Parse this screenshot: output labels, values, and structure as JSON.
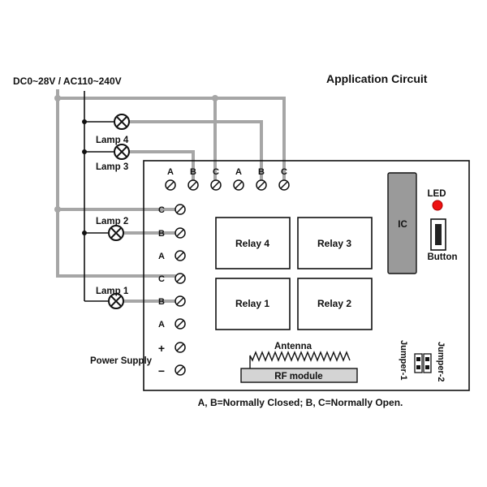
{
  "title": "Application Circuit",
  "supply_label": "DC0~28V / AC110~240V",
  "lamps": {
    "lamp4": "Lamp 4",
    "lamp3": "Lamp 3",
    "lamp2": "Lamp 2",
    "lamp1": "Lamp 1"
  },
  "top_terminals": [
    "A",
    "B",
    "C",
    "A",
    "B",
    "C"
  ],
  "left_terminals": [
    "C",
    "B",
    "A",
    "C",
    "B",
    "A",
    "+",
    "−"
  ],
  "relays": {
    "relay4": "Relay 4",
    "relay3": "Relay 3",
    "relay1": "Relay 1",
    "relay2": "Relay 2"
  },
  "ic_label": "IC",
  "led_label": "LED",
  "button_label": "Button",
  "antenna_label": "Antenna",
  "rf_module_label": "RF module",
  "jumper1_label": "Jumper-1",
  "jumper2_label": "Jumper-2",
  "power_supply_label": "Power Supply",
  "caption": "A, B=Normally Closed; B, C=Normally Open.",
  "colors": {
    "wire_gray": "#a6a6a6",
    "wire_black": "#111111",
    "ic_fill": "#9a9a9a",
    "led_red": "#ee1111",
    "rf_fill": "#d4d4d4"
  }
}
